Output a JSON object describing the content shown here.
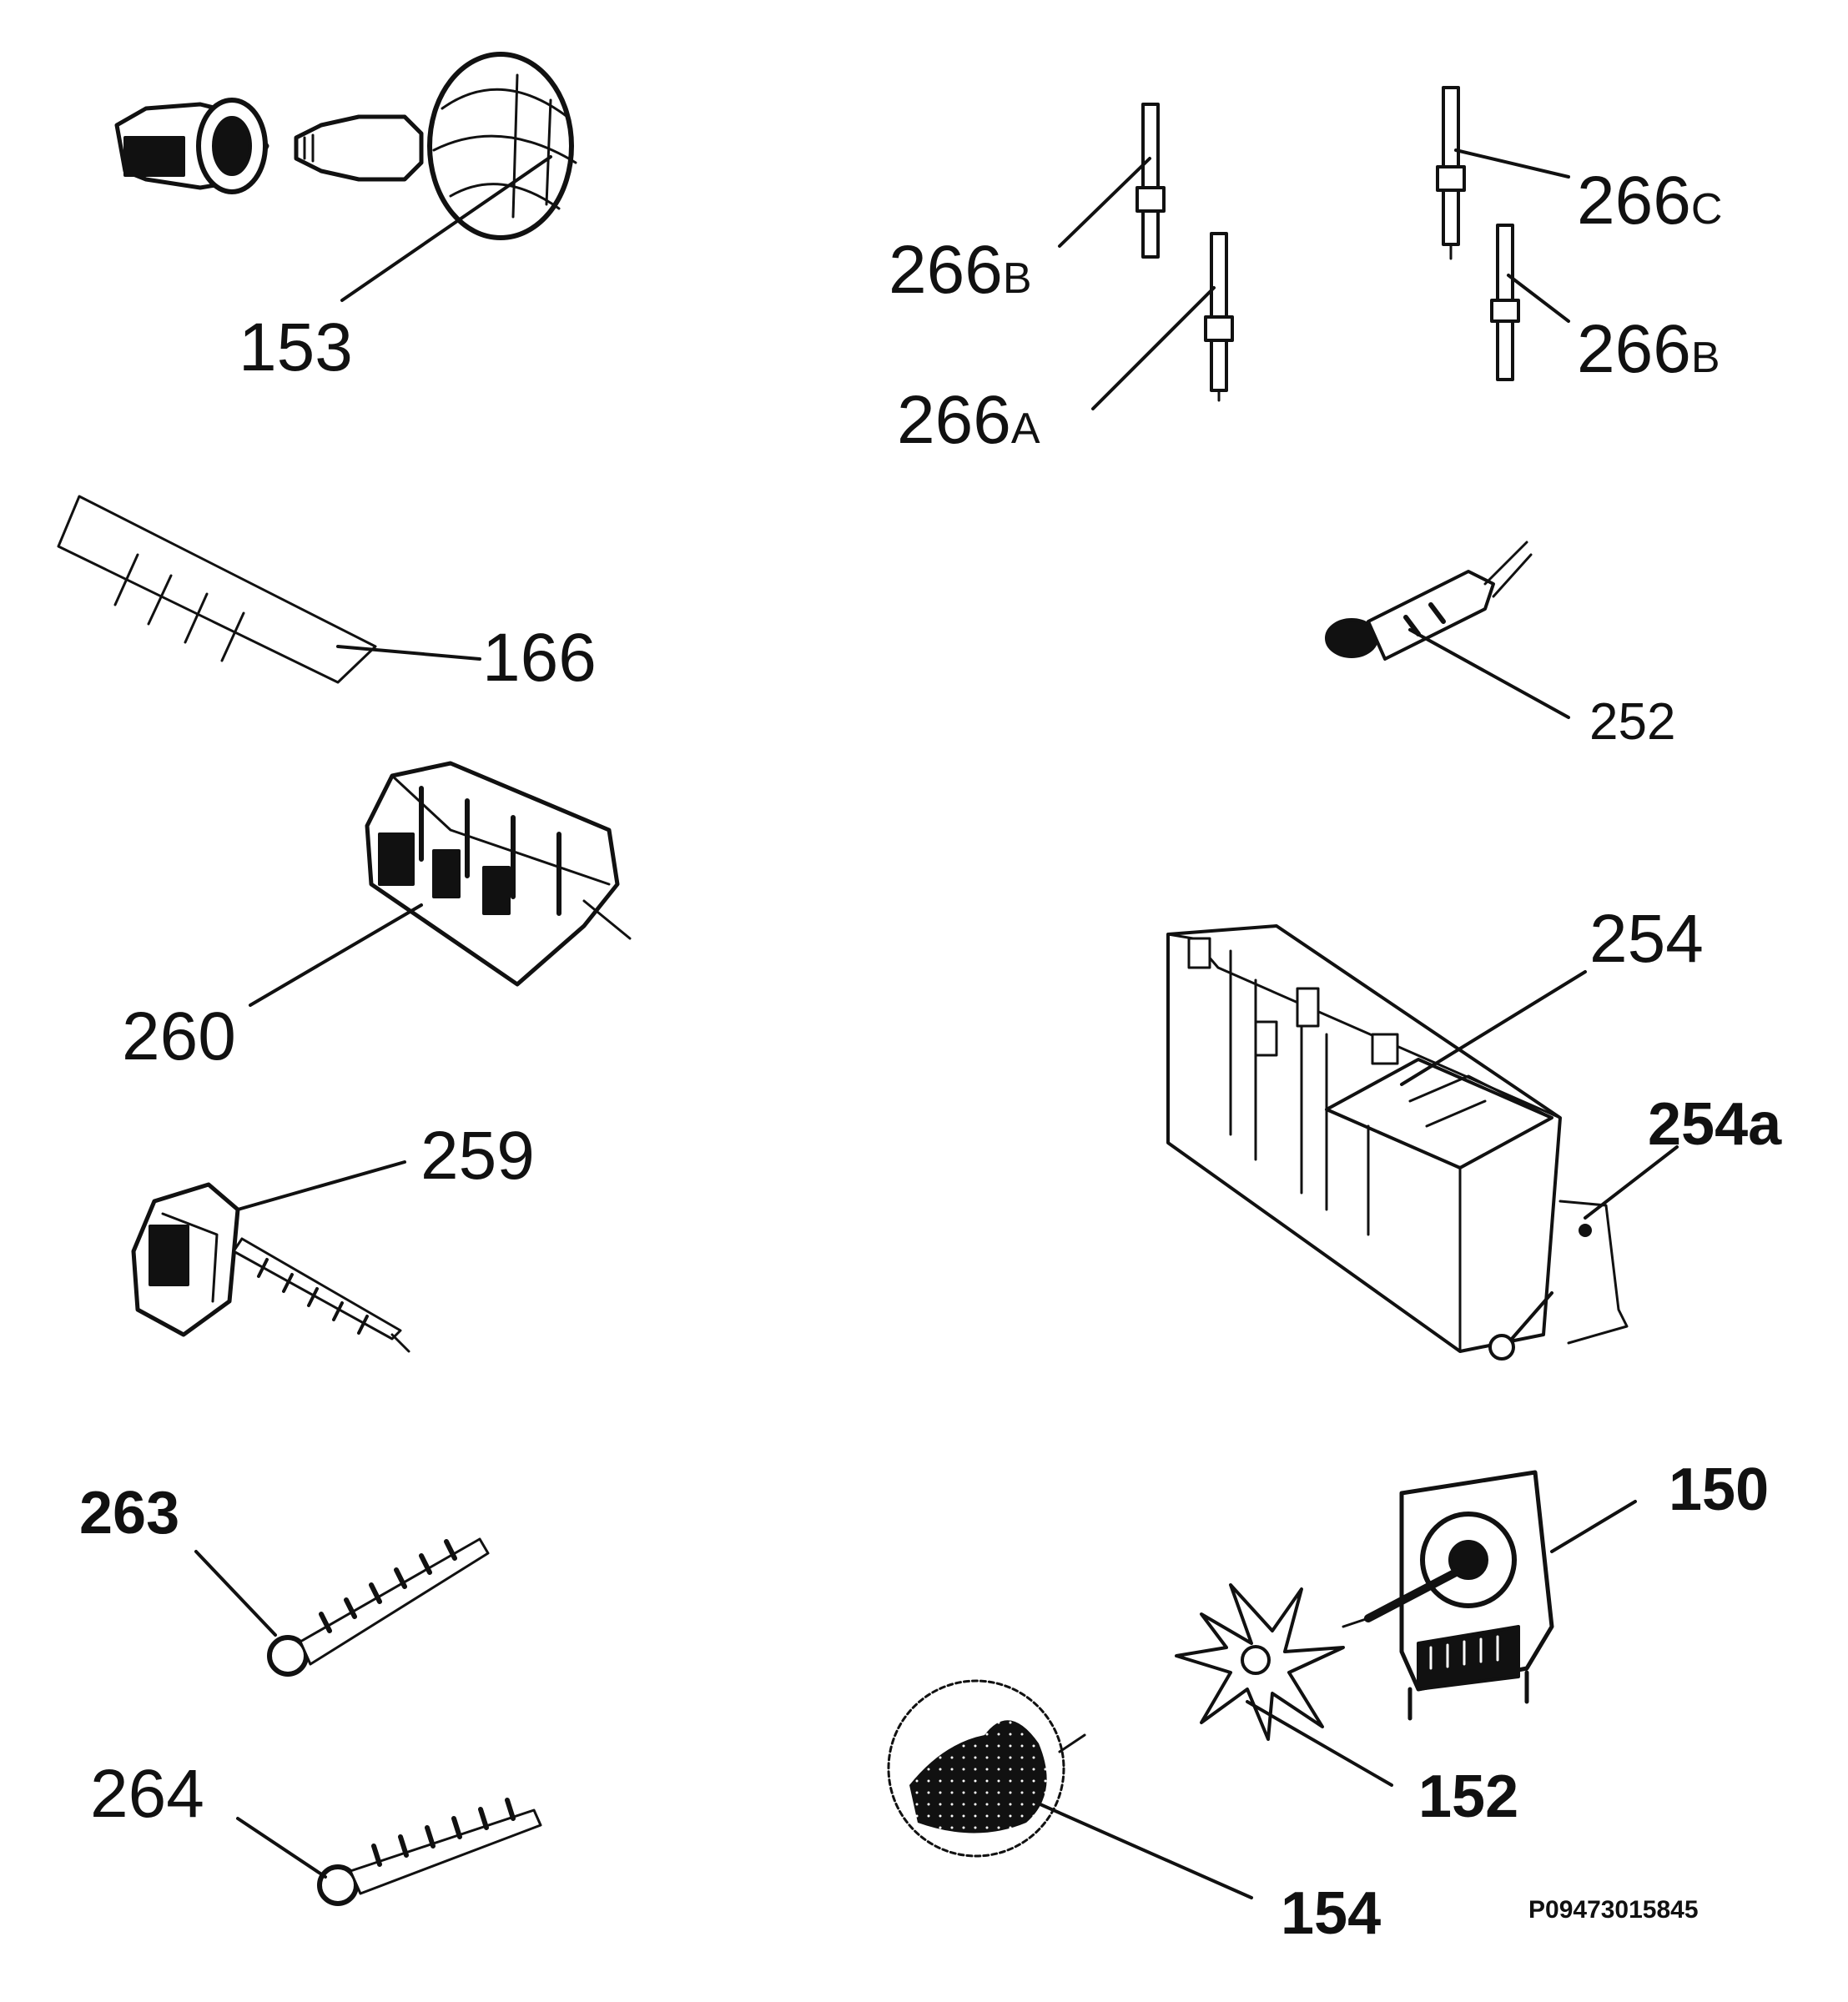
{
  "diagram": {
    "parts": [
      {
        "id": "153",
        "label": "153"
      },
      {
        "id": "166",
        "label": "166"
      },
      {
        "id": "260",
        "label": "260"
      },
      {
        "id": "259",
        "label": "259"
      },
      {
        "id": "263",
        "label": "263"
      },
      {
        "id": "264",
        "label": "264"
      },
      {
        "id": "266B-left",
        "num": "266",
        "suffix": "B"
      },
      {
        "id": "266A",
        "num": "266",
        "suffix": "A"
      },
      {
        "id": "266C",
        "num": "266",
        "suffix": "C"
      },
      {
        "id": "266B-right",
        "num": "266",
        "suffix": "B"
      },
      {
        "id": "252",
        "label": "252"
      },
      {
        "id": "254",
        "label": "254"
      },
      {
        "id": "254a",
        "label": "254a"
      },
      {
        "id": "150",
        "label": "150"
      },
      {
        "id": "152",
        "label": "152"
      },
      {
        "id": "154",
        "label": "154"
      }
    ],
    "drawing_code": "P09473015845"
  }
}
